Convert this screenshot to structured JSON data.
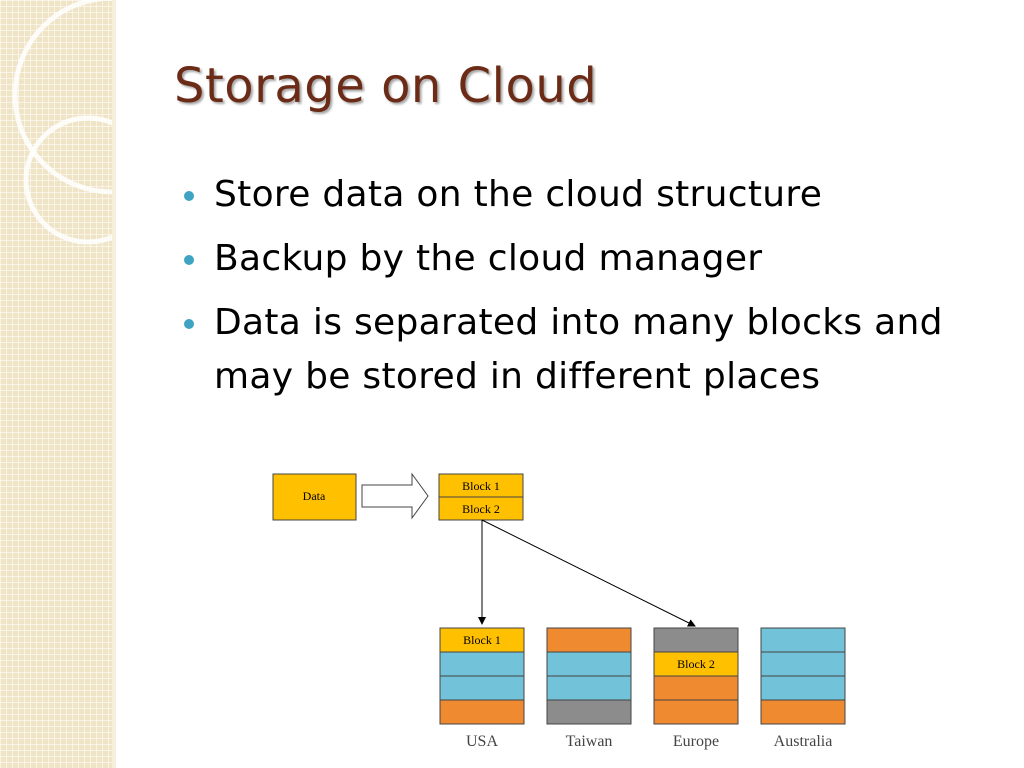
{
  "slide": {
    "title": "Storage on Cloud",
    "bullets": [
      "Store data on the cloud structure",
      "Backup by the cloud manager",
      "Data is separated into many blocks and may be stored in different places"
    ]
  },
  "diagram": {
    "source_label": "Data",
    "source_blocks": [
      "Block 1",
      "Block 2"
    ],
    "sites": [
      {
        "name": "USA",
        "cells": [
          "Block 1",
          "",
          "",
          ""
        ]
      },
      {
        "name": "Taiwan",
        "cells": [
          "",
          "",
          "",
          ""
        ]
      },
      {
        "name": "Europe",
        "cells": [
          "",
          "Block 2",
          "",
          ""
        ]
      },
      {
        "name": "Australia",
        "cells": [
          "",
          "",
          "",
          ""
        ]
      }
    ]
  },
  "colors": {
    "title": "#6b2b16",
    "bullet": "#3fa3c4",
    "block_yellow": "#ffc000",
    "block_orange": "#f08a30",
    "block_cyan": "#72c2d9",
    "block_gray": "#8c8c8c",
    "strip": "#efe4c6"
  }
}
